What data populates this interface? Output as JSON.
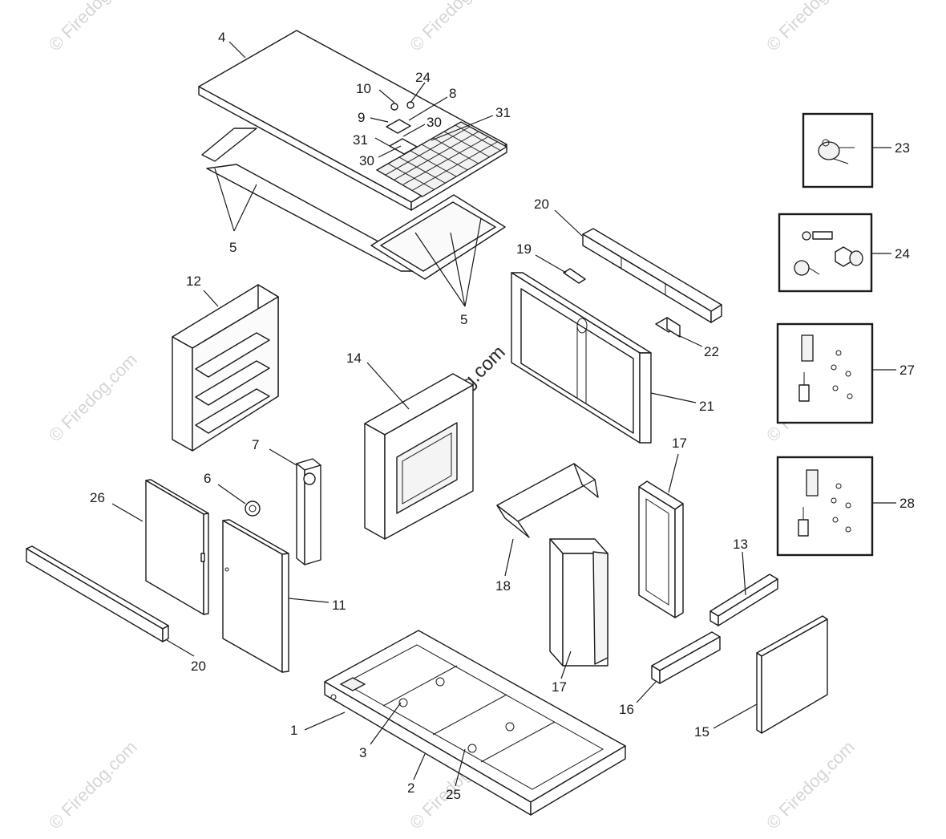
{
  "watermark": {
    "text": "© Firedog.com"
  },
  "callouts": [
    {
      "id": "c4",
      "label": "4"
    },
    {
      "id": "c10",
      "label": "10"
    },
    {
      "id": "c24a",
      "label": "24"
    },
    {
      "id": "c9",
      "label": "9"
    },
    {
      "id": "c8",
      "label": "8"
    },
    {
      "id": "c31a",
      "label": "31"
    },
    {
      "id": "c30a",
      "label": "30"
    },
    {
      "id": "c31b",
      "label": "31"
    },
    {
      "id": "c30b",
      "label": "30"
    },
    {
      "id": "c5a",
      "label": "5"
    },
    {
      "id": "c5b",
      "label": "5"
    },
    {
      "id": "c20a",
      "label": "20"
    },
    {
      "id": "c19",
      "label": "19"
    },
    {
      "id": "c12",
      "label": "12"
    },
    {
      "id": "c14",
      "label": "14"
    },
    {
      "id": "c22",
      "label": "22"
    },
    {
      "id": "c21",
      "label": "21"
    },
    {
      "id": "c7",
      "label": "7"
    },
    {
      "id": "c6",
      "label": "6"
    },
    {
      "id": "c26",
      "label": "26"
    },
    {
      "id": "c11",
      "label": "11"
    },
    {
      "id": "c20b",
      "label": "20"
    },
    {
      "id": "c17a",
      "label": "17"
    },
    {
      "id": "c18",
      "label": "18"
    },
    {
      "id": "c17b",
      "label": "17"
    },
    {
      "id": "c13",
      "label": "13"
    },
    {
      "id": "c16",
      "label": "16"
    },
    {
      "id": "c15",
      "label": "15"
    },
    {
      "id": "c1",
      "label": "1"
    },
    {
      "id": "c3",
      "label": "3"
    },
    {
      "id": "c2",
      "label": "2"
    },
    {
      "id": "c25",
      "label": "25"
    },
    {
      "id": "c23",
      "label": "23"
    },
    {
      "id": "c24b",
      "label": "24"
    },
    {
      "id": "c27",
      "label": "27"
    },
    {
      "id": "c28",
      "label": "28"
    }
  ]
}
